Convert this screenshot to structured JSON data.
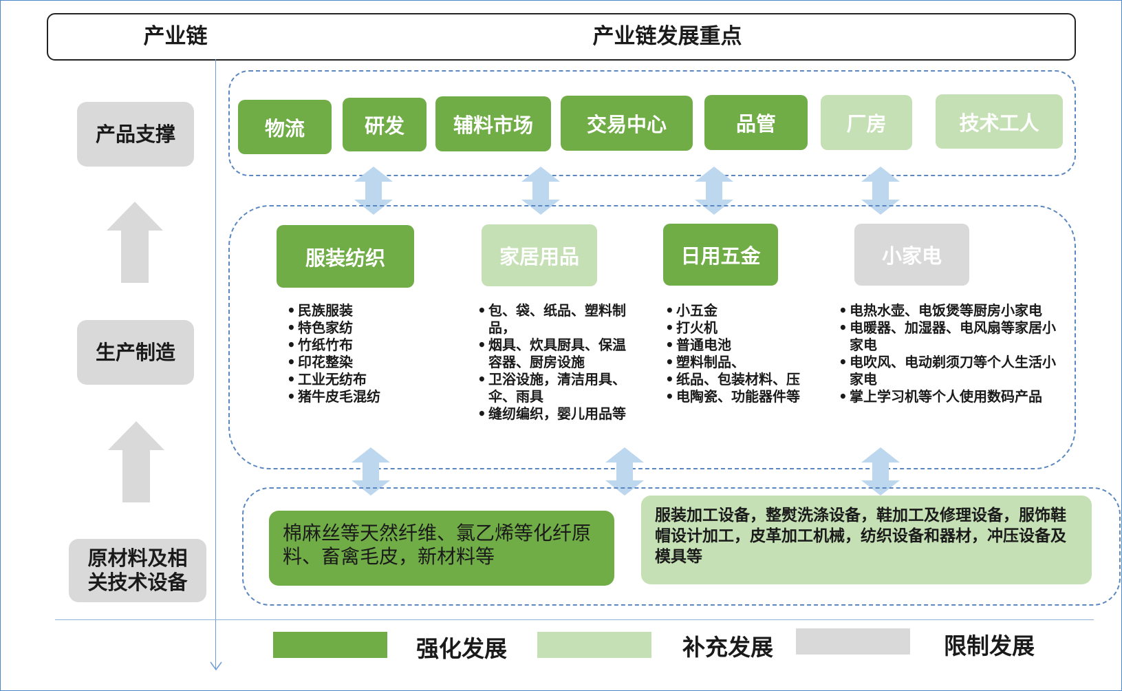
{
  "header": {
    "left_title": "产业链",
    "right_title": "产业链发展重点"
  },
  "levels": {
    "top": "产品支撑",
    "middle": "生产制造",
    "bottom": "原材料及相关技术设备"
  },
  "support": {
    "items": [
      {
        "label": "物流",
        "status": "strong"
      },
      {
        "label": "研发",
        "status": "strong"
      },
      {
        "label": "辅料市场",
        "status": "strong"
      },
      {
        "label": "交易中心",
        "status": "strong"
      },
      {
        "label": "品管",
        "status": "strong"
      },
      {
        "label": "厂房",
        "status": "supplement"
      },
      {
        "label": "技术工人",
        "status": "supplement"
      }
    ]
  },
  "manufacturing": {
    "categories": [
      {
        "label": "服装纺织",
        "status": "strong",
        "items": [
          "民族服装",
          "特色家纺",
          "竹纸竹布",
          "印花整染",
          "工业无纺布",
          "猪牛皮毛混纺"
        ]
      },
      {
        "label": "家居用品",
        "status": "supplement",
        "items": [
          "包、袋、纸品、塑料制品，",
          "烟具、炊具厨具、保温容器、厨房设施",
          "卫浴设施，清洁用具、伞、雨具",
          "缝纫编织，婴儿用品等"
        ]
      },
      {
        "label": "日用五金",
        "status": "strong",
        "items": [
          "小五金",
          "打火机",
          "普通电池",
          "塑料制品、",
          "纸品、包装材料、压",
          "电陶瓷、功能器件等"
        ]
      },
      {
        "label": "小家电",
        "status": "limit",
        "items": [
          "电热水壶、电饭煲等厨房小家电",
          "电暖器、加湿器、电风扇等家居小家电",
          "电吹风、电动剃须刀等个人生活小家电",
          "掌上学习机等个人使用数码产品"
        ]
      }
    ]
  },
  "raw_materials": {
    "left": "棉麻丝等天然纤维、氯乙烯等化纤原料、畜禽毛皮，新材料等",
    "right": "服装加工设备，整熨洗涤设备，鞋加工及修理设备，服饰鞋帽设计加工，皮革加工机械，纺织设备和器材，冲压设备及模具等"
  },
  "legend": [
    {
      "label": "强化发展",
      "color": "#70ad47"
    },
    {
      "label": "补充发展",
      "color": "#c5e0b4"
    },
    {
      "label": "限制发展",
      "color": "#d9d9d9"
    }
  ],
  "colors": {
    "strong": "#70ad47",
    "supplement": "#c5e0b4",
    "limit": "#d9d9d9",
    "arrow": "#bdd7ee",
    "dash": "#5a87c0"
  }
}
